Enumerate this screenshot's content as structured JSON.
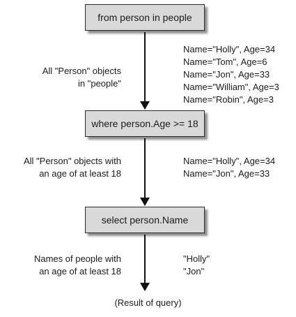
{
  "boxes": {
    "from": "from person in people",
    "where": "where person.Age >= 18",
    "select": "select person.Name"
  },
  "descriptions": [
    [
      "All \"Person\" objects",
      "in \"people\""
    ],
    [
      "All \"Person\" objects with",
      "an age of at least 18"
    ],
    [
      "Names of people with",
      "an age of at least 18"
    ]
  ],
  "values": [
    [
      "Name=\"Holly\", Age=34",
      "Name=\"Tom\", Age=6",
      "Name=\"Jon\", Age=33",
      "Name=\"William\", Age=3",
      "Name=\"Robin\", Age=3"
    ],
    [
      "Name=\"Holly\", Age=34",
      "Name=\"Jon\", Age=33"
    ],
    [
      "\"Holly\"",
      "\"Jon\""
    ]
  ],
  "result": "(Result of query)"
}
